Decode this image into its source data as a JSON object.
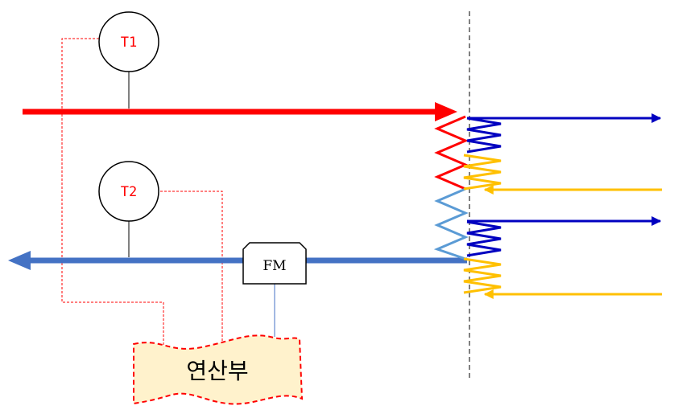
{
  "sensors": {
    "t1": {
      "label": "T1"
    },
    "t2": {
      "label": "T2"
    }
  },
  "flow_meter": {
    "label": "FM"
  },
  "calculator": {
    "label": "연산부"
  },
  "colors": {
    "supply": "#ff0000",
    "return": "#4472c4",
    "return_coil": "#5b9bd5",
    "hot_branch": "#0000c0",
    "cold_branch": "#ffc000",
    "signal_line": "#ff0000",
    "fm_signal": "#4472c4",
    "calc_fill": "#fff2cc",
    "sensor_text": "#ff0000"
  }
}
